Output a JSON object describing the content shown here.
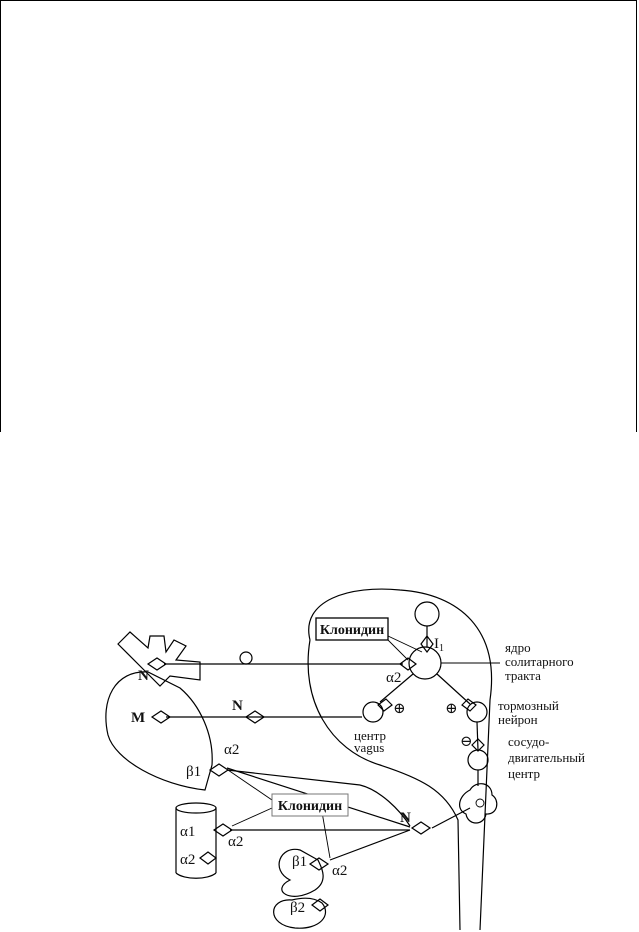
{
  "labels": {
    "drug_top": "Клонидин",
    "drug_mid": "Клонидин",
    "nucleus_line1": "ядро",
    "nucleus_line2": "солитарного",
    "nucleus_line3": "тракта",
    "inhib_line1": "тормозный",
    "inhib_line2": "нейрон",
    "vaso_line1": "сосудо-",
    "vaso_line2": "двигательный",
    "vaso_line3": "центр",
    "vagus_line1": "центр",
    "vagus_line2": "vagus",
    "N_heart": "N",
    "N_vagal": "N",
    "N_spinal": "N",
    "M": "M",
    "I1": "I",
    "I1_sub": "1",
    "alpha2_center": "α2",
    "alpha2_heart": "α2",
    "beta1_heart": "β1",
    "alpha1_vessel": "α1",
    "alpha2_vessel_a": "α2",
    "alpha2_vessel_b": "α2",
    "beta1_kidney": "β1",
    "alpha2_kidney": "α2",
    "beta2_kidney": "β2",
    "plus_vagus": "⊕",
    "plus_inhib": "⊕",
    "minus_vaso": "⊖"
  }
}
